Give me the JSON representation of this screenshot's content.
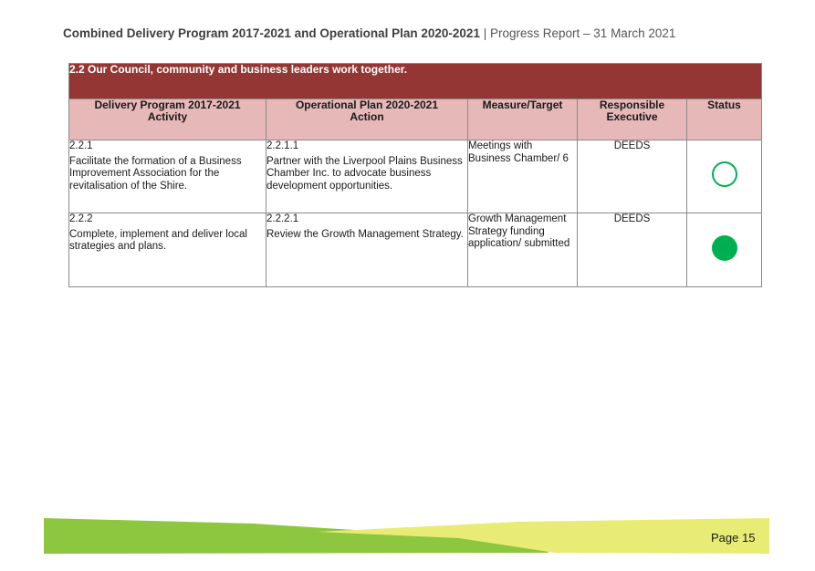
{
  "header": {
    "bold_title": "Combined Delivery Program 2017-2021 and Operational Plan 2020-2021",
    "separator": "|",
    "subtitle": "Progress Report – 31 March 2021"
  },
  "table": {
    "section_title": "2.2 Our Council, community and business leaders work together.",
    "columns": [
      {
        "line1": "Delivery Program 2017-2021",
        "line2": "Activity"
      },
      {
        "line1": "Operational Plan 2020-2021",
        "line2": "Action"
      },
      {
        "line1": "Measure/Target",
        "line2": ""
      },
      {
        "line1": "Responsible",
        "line2": "Executive"
      },
      {
        "line1": "Status",
        "line2": ""
      }
    ],
    "rows": [
      {
        "activity_num": "2.2.1",
        "activity_text": "Facilitate the formation of a Business Improvement Association for the revitalisation of the Shire.",
        "action_num": "2.2.1.1",
        "action_text": "Partner with the Liverpool Plains Business Chamber Inc. to advocate business development opportunities.",
        "measure": "Meetings with Business Chamber/ 6",
        "executive": "DEEDS",
        "status": "outline-circle",
        "status_color": "#00b050"
      },
      {
        "activity_num": "2.2.2",
        "activity_text": "Complete, implement and deliver local strategies and plans.",
        "action_num": "2.2.2.1",
        "action_text": "Review the Growth Management Strategy.",
        "measure": "Growth Management Strategy funding application/ submitted",
        "executive": "DEEDS",
        "status": "filled-circle",
        "status_color": "#00b050"
      }
    ]
  },
  "footer": {
    "page_label": "Page 15",
    "colors": {
      "green": "#8dc63f",
      "lime": "#e8ec74"
    }
  }
}
